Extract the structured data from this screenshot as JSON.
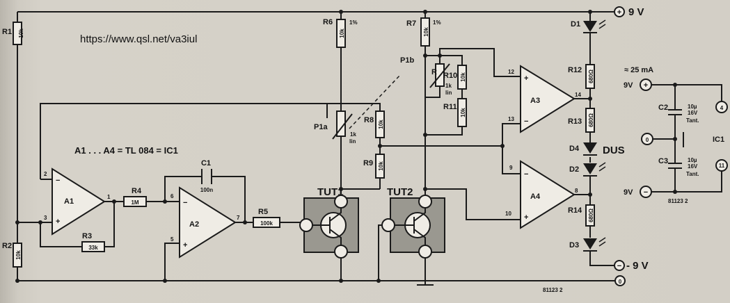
{
  "url": "https://www.qsl.net/va3iul",
  "ic_note": "A1 . . . A4 = TL 084 = IC1",
  "figure_number": "81123 2",
  "supply": {
    "pos": "9 V",
    "neg": "- 9 V",
    "zero": "0",
    "current": "≈ 25 mA"
  },
  "resistors": {
    "R1": {
      "name": "R1",
      "value": "10k"
    },
    "R2": {
      "name": "R2",
      "value": "10k"
    },
    "R3": {
      "name": "R3",
      "value": "33k"
    },
    "R4": {
      "name": "R4",
      "value": "1M"
    },
    "R5": {
      "name": "R5",
      "value": "100k"
    },
    "R6": {
      "name": "R6",
      "value": "10k",
      "tol": "1%"
    },
    "R7": {
      "name": "R7",
      "value": "10k",
      "tol": "1%"
    },
    "R8": {
      "name": "R8",
      "value": "10k"
    },
    "R9": {
      "name": "R9",
      "value": "10k"
    },
    "R10": {
      "name": "R10",
      "value": "10k"
    },
    "R11": {
      "name": "R11",
      "value": "10k"
    },
    "R12": {
      "name": "R12",
      "value": "680Ω"
    },
    "R13": {
      "name": "R13",
      "value": "680Ω"
    },
    "R14": {
      "name": "R14",
      "value": "680Ω"
    }
  },
  "pots": {
    "P1a": {
      "name": "P1a",
      "value": "1k",
      "taper": "lin"
    },
    "P1b": {
      "name": "P1b",
      "value": "1k",
      "taper": "lin"
    }
  },
  "capacitors": {
    "C1": {
      "name": "C1",
      "value": "100n"
    },
    "C2": {
      "name": "C2",
      "v1": "10µ",
      "v2": "16V",
      "v3": "Tant."
    },
    "C3": {
      "name": "C3",
      "v1": "10µ",
      "v2": "16V",
      "v3": "Tant."
    }
  },
  "opamps": [
    "A1",
    "A2",
    "A3",
    "A4"
  ],
  "diodes": [
    "D1",
    "D2",
    "D3",
    "D4"
  ],
  "dus": "DUS",
  "sensors": [
    "TUT1",
    "TUT2"
  ],
  "ic1": {
    "name": "IC1",
    "pin4": "4",
    "pin11": "11",
    "v_pos": "9V",
    "v_neg": "9V",
    "pin0": "0"
  },
  "pins": {
    "a1_2": "2",
    "a1_3": "3",
    "a1_1": "1",
    "a2_6": "6",
    "a2_5": "5",
    "a2_7": "7",
    "a3_12": "12",
    "a3_13": "13",
    "a3_14": "14",
    "a4_9": "9",
    "a4_10": "10",
    "a4_8": "8"
  }
}
